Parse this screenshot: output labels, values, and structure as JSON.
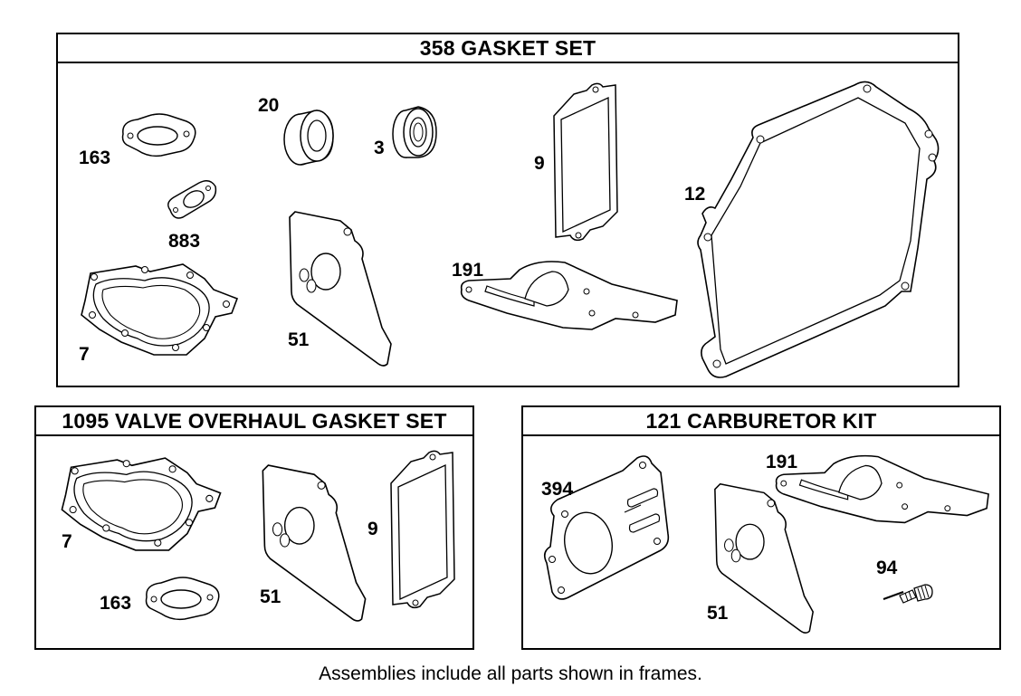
{
  "frames": {
    "gasket_set": {
      "title": "358 GASKET SET",
      "labels": {
        "p163": "163",
        "p20": "20",
        "p3": "3",
        "p9": "9",
        "p12": "12",
        "p883": "883",
        "p191": "191",
        "p7": "7",
        "p51": "51"
      }
    },
    "valve_set": {
      "title": "1095 VALVE OVERHAUL GASKET SET",
      "labels": {
        "p7": "7",
        "p51": "51",
        "p9": "9",
        "p163": "163"
      }
    },
    "carb_kit": {
      "title": "121 CARBURETOR KIT",
      "labels": {
        "p394": "394",
        "p191": "191",
        "p94": "94",
        "p51": "51"
      }
    }
  },
  "caption": "Assemblies include all parts shown in frames."
}
